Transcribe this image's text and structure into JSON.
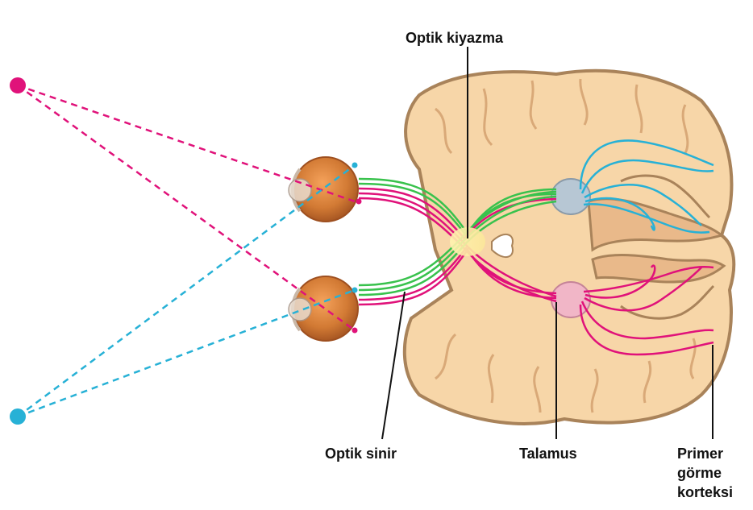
{
  "labels": {
    "optic_chiasm": "Optik kiyazma",
    "optic_nerve": "Optik sinir",
    "thalamus": "Talamus",
    "visual_cortex": [
      "Primer",
      "görme",
      "korteksi"
    ]
  },
  "colors": {
    "left_object": "#e0127a",
    "right_object": "#27b1d6",
    "pathway_green": "#39c24d",
    "pathway_yellow": "#e8e36a",
    "brain_fill": "#f7d6a8",
    "brain_outline": "#a9835a",
    "eye_fill": "#c96e2a"
  }
}
